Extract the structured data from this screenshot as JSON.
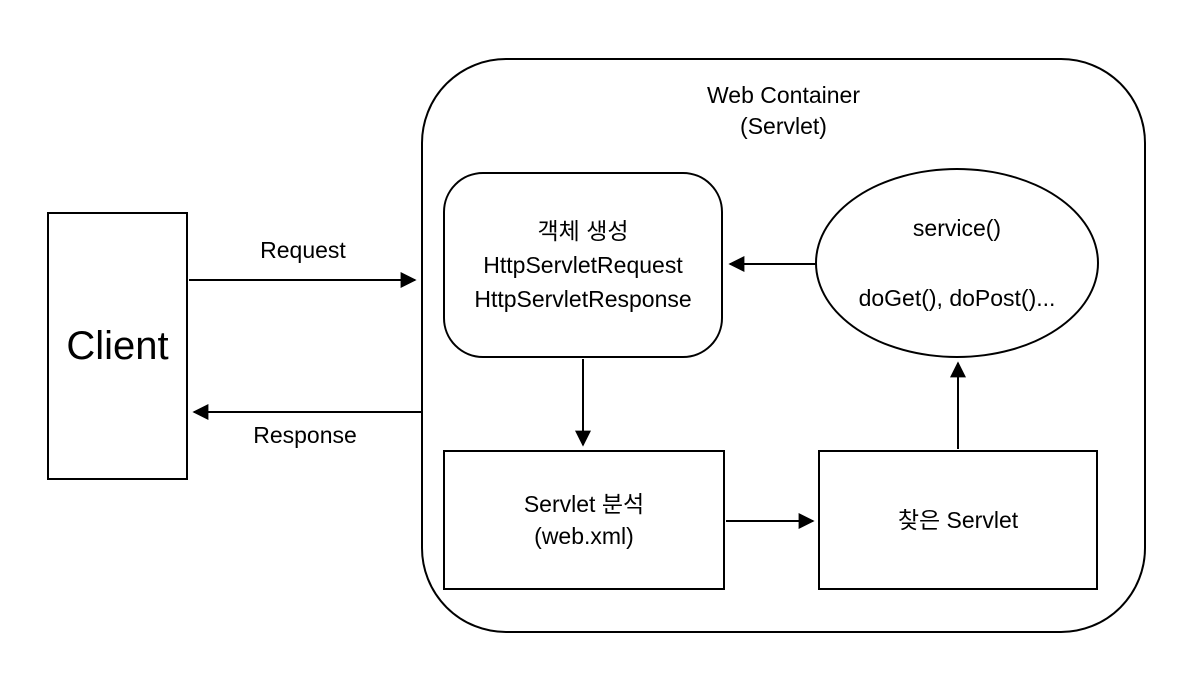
{
  "diagram": {
    "background": "#ffffff",
    "stroke_color": "#000000",
    "text_color": "#000000",
    "container": {
      "title_line1": "Web Container",
      "title_line2": "(Servlet)"
    },
    "nodes": {
      "client": {
        "shape": "rectangle",
        "label": "Client"
      },
      "object_creation": {
        "shape": "rounded-rectangle",
        "line1": "객체 생성",
        "line2": "HttpServletRequest",
        "line3": "HttpServletResponse"
      },
      "service": {
        "shape": "ellipse",
        "line1": "service()",
        "line2": "doGet(), doPost()..."
      },
      "servlet_parse": {
        "shape": "rectangle",
        "line1": "Servlet 분석",
        "line2": "(web.xml)"
      },
      "found_servlet": {
        "shape": "rectangle",
        "label": "찾은 Servlet"
      }
    },
    "edges": [
      {
        "id": "request",
        "label": "Request",
        "from": "client",
        "to": "web_container"
      },
      {
        "id": "response",
        "label": "Response",
        "from": "web_container",
        "to": "client"
      },
      {
        "id": "service_to_object_creation",
        "label": "",
        "from": "service",
        "to": "object_creation"
      },
      {
        "id": "object_creation_to_servlet_parse",
        "label": "",
        "from": "object_creation",
        "to": "servlet_parse"
      },
      {
        "id": "servlet_parse_to_found_servlet",
        "label": "",
        "from": "servlet_parse",
        "to": "found_servlet"
      },
      {
        "id": "found_servlet_to_service",
        "label": "",
        "from": "found_servlet",
        "to": "service"
      }
    ]
  }
}
